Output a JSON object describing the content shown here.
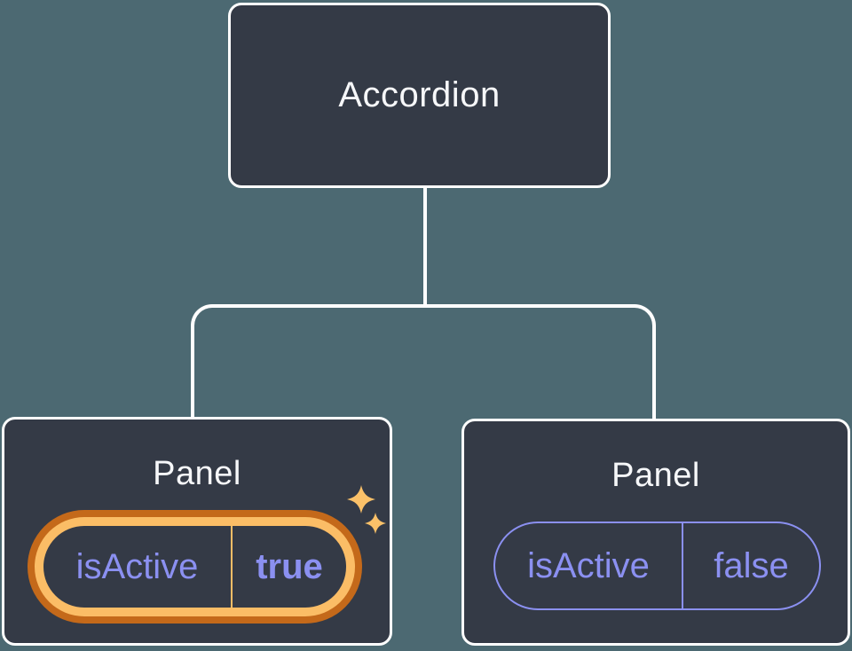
{
  "diagram": {
    "title": "React component tree: Accordion with two Panel children holding own isActive state",
    "background_color": "#4c6972",
    "root": {
      "label": "Accordion"
    },
    "children": [
      {
        "label": "Panel",
        "state": {
          "name": "isActive",
          "value": "true"
        },
        "highlighted": true,
        "sparkles": true
      },
      {
        "label": "Panel",
        "state": {
          "name": "isActive",
          "value": "false"
        },
        "highlighted": false,
        "sparkles": false
      }
    ],
    "colors": {
      "node_fill": "#343a46",
      "node_border": "#ffffff",
      "connector": "#ffffff",
      "label_text": "#f6f7f9",
      "state_text": "#8b90f1",
      "pill_inactive_border": "#8b90f1",
      "pill_active_ring_outer": "#c4691a",
      "pill_active_ring_inner": "#fbbd66",
      "sparkle": "#fbc169"
    }
  }
}
